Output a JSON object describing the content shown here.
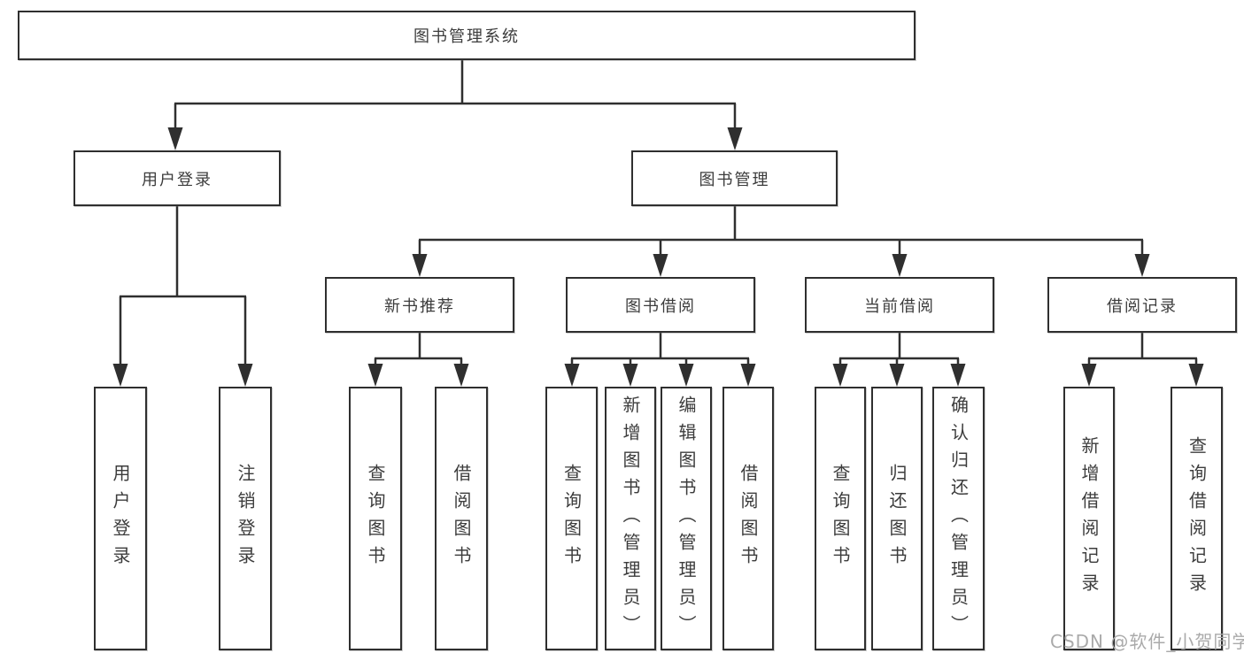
{
  "diagram_title": "图书管理系统",
  "tree": {
    "root": {
      "label": "图书管理系统"
    },
    "children": [
      {
        "label": "用户登录",
        "children": [
          {
            "label": "用户登录"
          },
          {
            "label": "注销登录"
          }
        ]
      },
      {
        "label": "图书管理",
        "children": [
          {
            "label": "新书推荐",
            "children": [
              {
                "label": "查询图书"
              },
              {
                "label": "借阅图书"
              }
            ]
          },
          {
            "label": "图书借阅",
            "children": [
              {
                "label": "查询图书"
              },
              {
                "label": "新增图书（管理员）"
              },
              {
                "label": "编辑图书（管理员）"
              },
              {
                "label": "借阅图书"
              }
            ]
          },
          {
            "label": "当前借阅",
            "children": [
              {
                "label": "查询图书"
              },
              {
                "label": "归还图书"
              },
              {
                "label": "确认归还（管理员）"
              }
            ]
          },
          {
            "label": "借阅记录",
            "children": [
              {
                "label": "新增借阅记录"
              },
              {
                "label": "查询借阅记录"
              }
            ]
          }
        ]
      }
    ]
  },
  "watermark": "CSDN @软件_小贺同学",
  "colors": {
    "line": "#2f2f2f",
    "box_border": "#2f2f2f",
    "text": "#3c3c3c",
    "watermark": "#aaaaaa",
    "background": "#ffffff"
  }
}
